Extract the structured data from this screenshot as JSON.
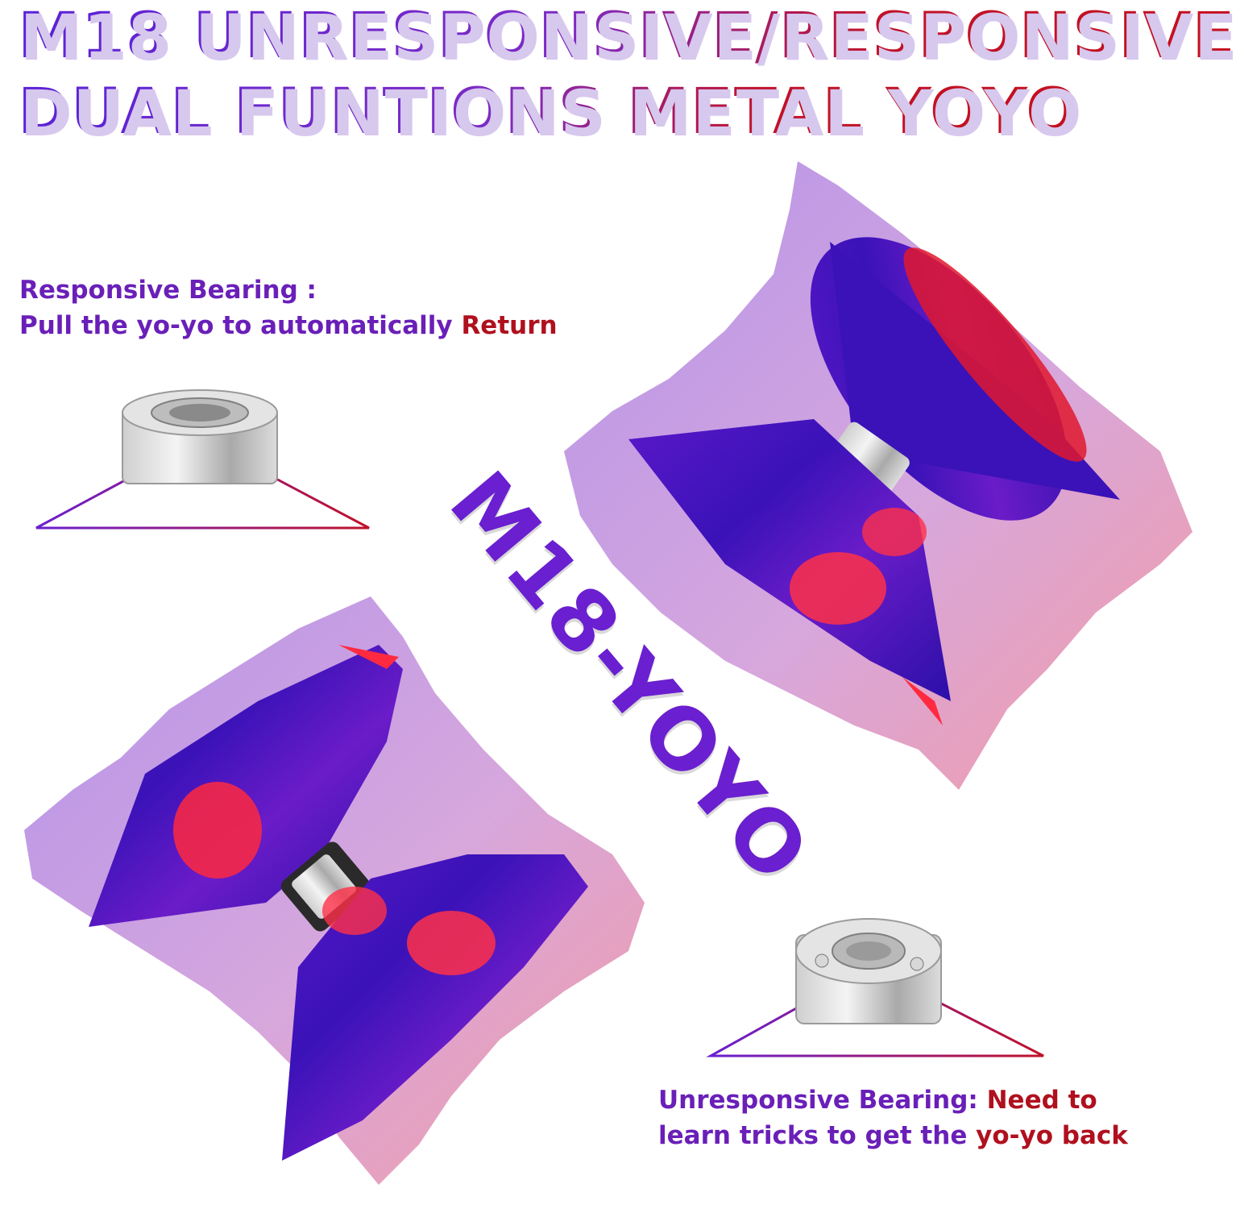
{
  "headline": {
    "line1": "M18 UNRESPONSIVE/RESPONSIVE",
    "line2": "DUAL FUNTIONS METAL YOYO"
  },
  "center_label": "M18-YOYO",
  "responsive_bearing": {
    "title": "Responsive Bearing :",
    "line2_purple": "Pull the yo-yo to automatically ",
    "line2_red": "Return"
  },
  "unresponsive_bearing": {
    "line1_purple": "Unresponsive Bearing: ",
    "line1_red": "Need to",
    "line2_purple": "learn tricks to get the ",
    "line2_red": "yo-yo back"
  },
  "colors": {
    "purple": "#6a1fd0",
    "red": "#c0122a",
    "splash_purple": "#a07ee0",
    "splash_red": "#ee7c8a"
  }
}
